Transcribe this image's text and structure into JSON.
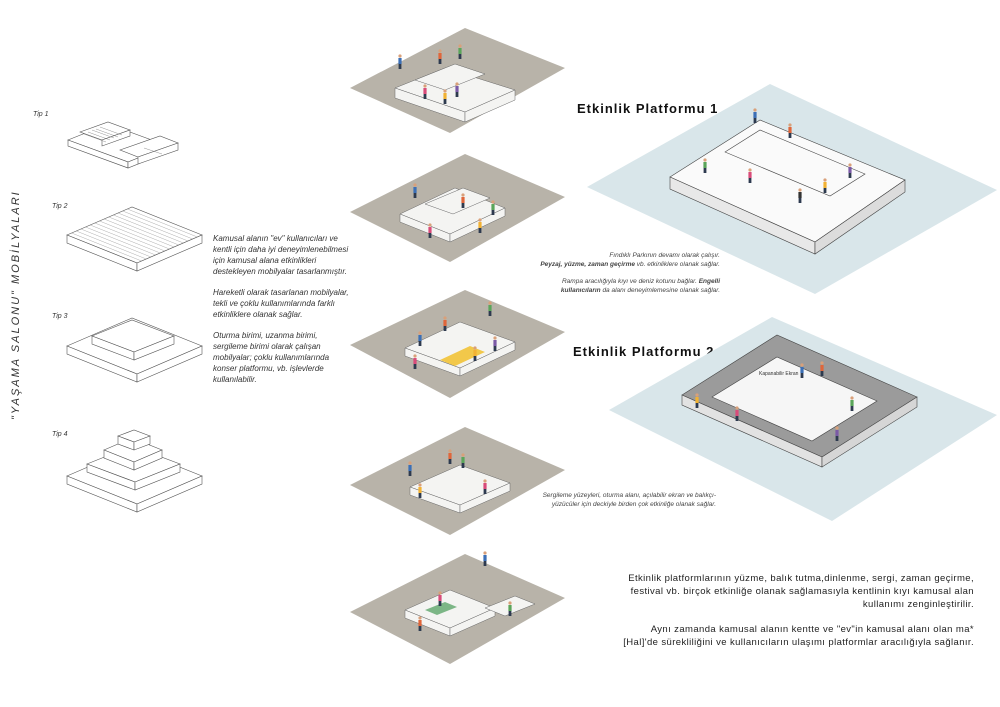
{
  "vertical_title": "\"YAŞAMA SALONU\"  MOBİLYALARI",
  "tips": [
    {
      "label": "Tip 1"
    },
    {
      "label": "Tip 2"
    },
    {
      "label": "Tip 3"
    },
    {
      "label": "Tip 4"
    }
  ],
  "description": [
    "Kamusal alanın \"ev\" kullanıcıları ve kentli için daha iyi deneyimlenebilmesi için kamusal alana etkinlikleri destekleyen mobilyalar tasarlanmıştır.",
    "Hareketli olarak tasarlanan mobilyalar, tekli ve çoklu kullanımlarında farklı etkinliklere olanak sağlar.",
    "Oturma birimi, uzanma birimi, sergileme birimi olarak çalışan mobilyalar; çoklu kullanımlarında konser platformu, vb. işlevlerde kullanılabilir."
  ],
  "platform1": {
    "title": "Etkinlik Platformu 1",
    "note_line1": "Fındıklı Parkının devamı olarak çalışır.",
    "note_line2_bold": "Peyzaj, yüzme, zaman geçirme",
    "note_line2_rest": " vb. etkinliklere olanak sağlar.",
    "note_para2_part1": "Rampa aracılığıyla kıyı ve deniz kotunu bağlar. ",
    "note_para2_bold": "Engelli kullanıcıların",
    "note_para2_part2": " da alanı deneyimlemesine olanak sağlar."
  },
  "platform2": {
    "title": "Etkinlik Platformu 2",
    "screen_label": "Kapanabilir Ekran",
    "note": "Sergileme yüzeyleri, oturma alanı, açılabilir ekran ve balıkçı-yüzücüler için deckiyle birden çok etkinliğe olanak sağlar."
  },
  "bottom_text": [
    "Etkinlik platformlarının yüzme, balık tutma,dinlenme, sergi, zaman geçirme, festival vb. birçok etkinliğe olanak sağlamasıyla kentlinin kıyı kamusal alan kullanımı zenginleştirilir.",
    "Aynı zamanda kamusal alanın kentte ve \"ev\"in kamusal alanı olan ma*[Hal]'de sürekliliğini ve kullanıcıların ulaşımı platformlar aracılığıyla sağlanır."
  ],
  "colors": {
    "ground": "#b8b3a9",
    "water": "#d9e6ea",
    "furniture": "#f4f4f2",
    "line": "#555555"
  }
}
